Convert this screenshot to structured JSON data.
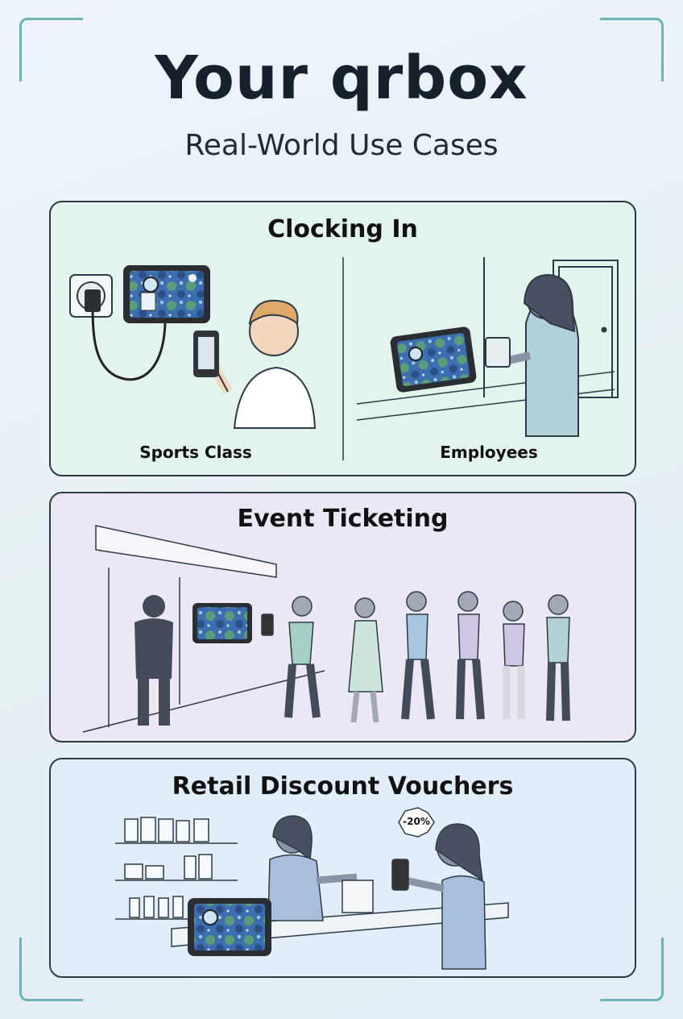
{
  "header": {
    "title": "Your qrbox",
    "subtitle": "Real-World Use Cases"
  },
  "sections": [
    {
      "title": "Clocking In",
      "scenes": [
        {
          "caption": "Sports Class"
        },
        {
          "caption": "Employees"
        }
      ]
    },
    {
      "title": "Event Ticketing"
    },
    {
      "title": "Retail Discount Vouchers",
      "badge": "-20%"
    }
  ],
  "colors": {
    "accent": "#6bb3b4",
    "panel_green": "#e3f3ee",
    "panel_purple": "#ece7f5",
    "panel_blue": "#e1edf8",
    "outline": "#2d3a44"
  }
}
